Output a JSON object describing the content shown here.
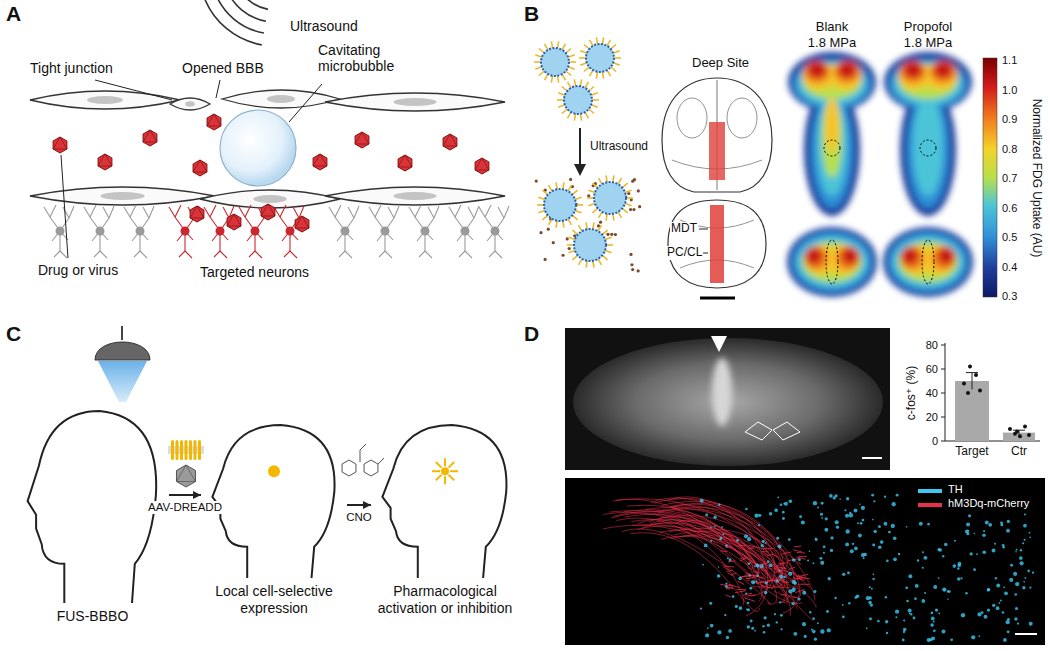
{
  "diagram": {
    "nodes": [
      {
        "text": [
          "FUS-BBBO"
        ]
      },
      {
        "text": [
          "Local cell-selective expression"
        ]
      },
      {
        "text": [
          "Pharmacological activation or inhibition"
        ]
      }
    ],
    "edges": [
      {
        "from": 0,
        "to": 1,
        "arrow": "to",
        "label": "AAV-DREADD"
      },
      {
        "from": 1,
        "to": 2,
        "arrow": "to",
        "label": "CNO"
      }
    ],
    "labels": [
      "A",
      "Ultrasound",
      "Tight junction",
      "Opened BBB",
      "Cavitating microbubble",
      "Drug or virus",
      "Targeted neurons",
      "B",
      "Ultrasound",
      "Deep Site",
      "MDT",
      "PC/CL",
      "Blank",
      "1.8 MPa",
      "Propofol",
      "1.8 MPa",
      "1.1",
      "1.0",
      "0.9",
      "0.8",
      "0.7",
      "0.6",
      "0.5",
      "0.4",
      "0.3",
      "Normalized FDG Uptake (AU)",
      "C",
      "D",
      "80",
      "60",
      "40",
      "20",
      "0",
      "c-fos⁺ (%)",
      "Target",
      "Ctr"
    ],
    "legend": [
      {
        "text": "TH",
        "color": "#3cc8f0"
      },
      {
        "text": "hM3Dq-mCherry",
        "color": "#e8304a"
      }
    ]
  }
}
